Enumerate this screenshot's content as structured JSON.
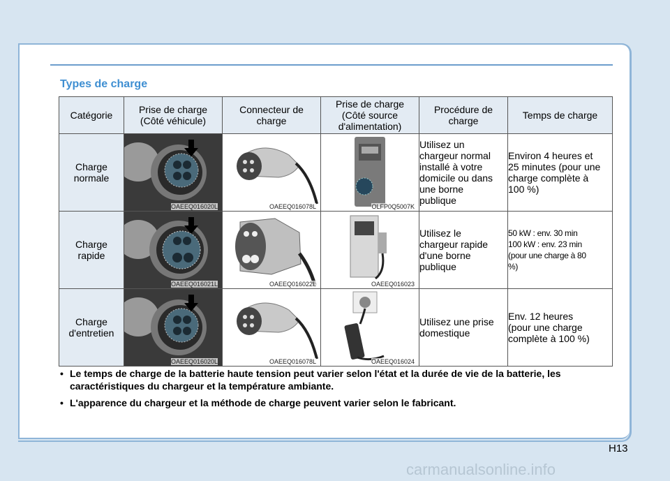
{
  "section_title": "Types de charge",
  "headers": [
    "Catégorie",
    "Prise de charge\n(Côté véhicule)",
    "Connecteur de\ncharge",
    "Prise de charge\n(Côté source\nd'alimentation)",
    "Procédure de\ncharge",
    "Temps de charge"
  ],
  "rows": [
    {
      "category": "Charge\nnormale",
      "codes": [
        "OAEEQ016020L",
        "OAEEQ016078L",
        "OLFP0Q5007K"
      ],
      "procedure": "Utilisez un\nchargeur normal\ninstallé à votre\ndomicile ou dans\nune borne\npublique",
      "time": "Environ 4 heures et\n25 minutes (pour une\ncharge complète à\n100 %)"
    },
    {
      "category": "Charge\nrapide",
      "codes": [
        "OAEEQ016021L",
        "OAEEQ016022L",
        "OAEEQ016023"
      ],
      "procedure": "Utilisez le\nchargeur rapide\nd'une borne\npublique",
      "time": "50 kW : env. 30 min\n100 kW : env. 23 min\n(pour une charge à 80\n%)"
    },
    {
      "category": "Charge\nd'entretien",
      "codes": [
        "OAEEQ016020L",
        "OAEEQ016078L",
        "OAEEQ016024"
      ],
      "procedure": "Utilisez une prise\ndomestique",
      "time": "Env. 12 heures\n(pour une charge\ncomplète à 100 %)"
    }
  ],
  "notes": [
    "Le temps de charge de la batterie haute tension peut varier selon l'état et la durée de vie de la batterie, les caractéristiques du chargeur et la température ambiante.",
    "L'apparence du chargeur et la méthode de charge peuvent varier selon le fabricant."
  ],
  "page_number": "H13",
  "watermark": "carmanualsonline.info"
}
